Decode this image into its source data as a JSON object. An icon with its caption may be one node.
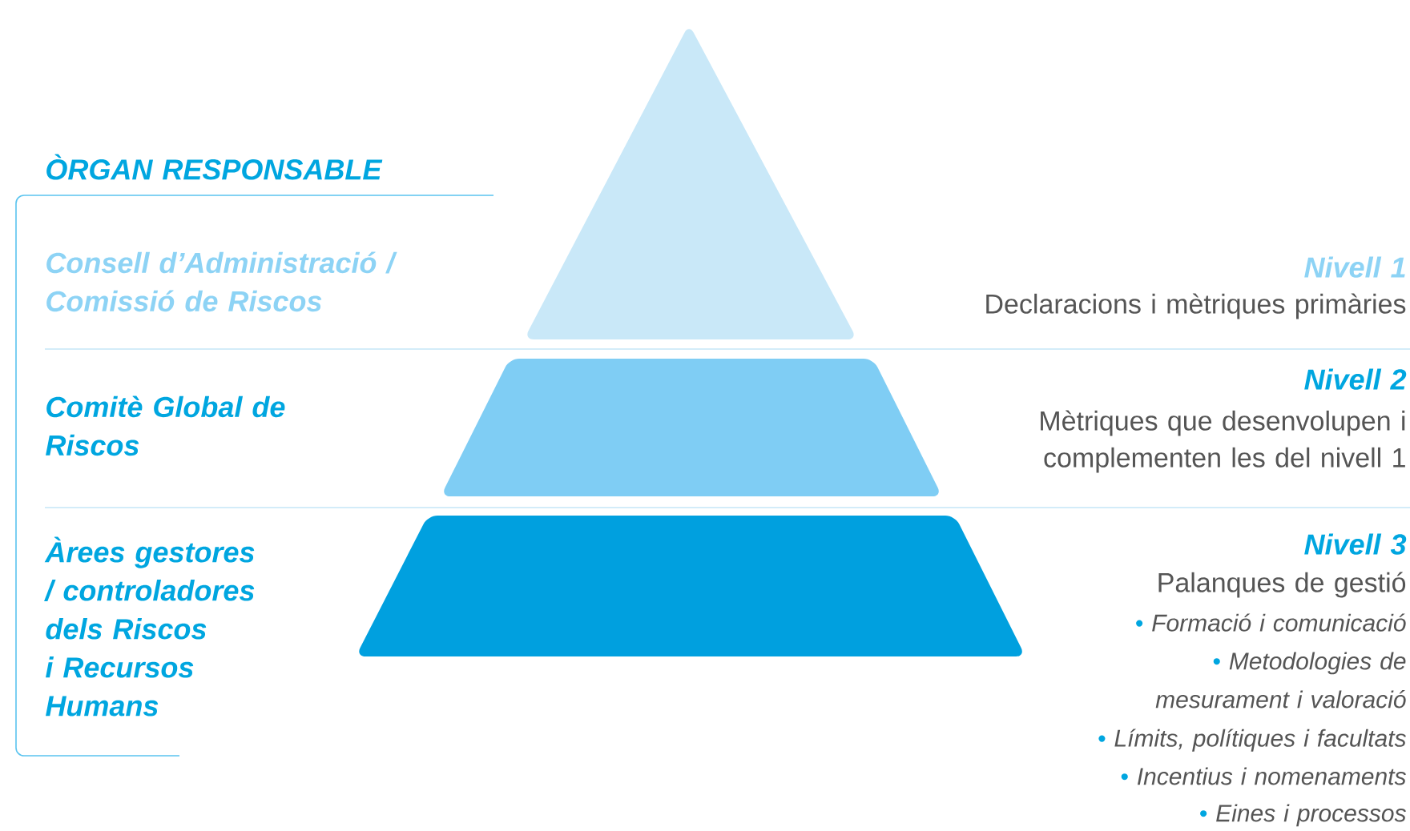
{
  "diagram": {
    "labels": [
      "ÒRGAN RESPONSABLE",
      "Consell d’Administració / Comissió de Riscos",
      "Nivell 1",
      "Declaracions i mètriques primàries",
      "Comitè Global de Riscos",
      "Nivell 2",
      "Mètriques que desenvolupen i complementen les del nivell 1",
      "Àrees gestores / controladores dels Riscos i Recursos Humans",
      "Nivell 3",
      "Palanques de gestió",
      "•",
      "Formació i comunicació",
      "•",
      "Metodologies de mesurament i valoració",
      "•",
      "Límits, polítiques i facultats",
      "•",
      "Incentius i nomenaments",
      "•",
      "Eines i processos"
    ]
  }
}
